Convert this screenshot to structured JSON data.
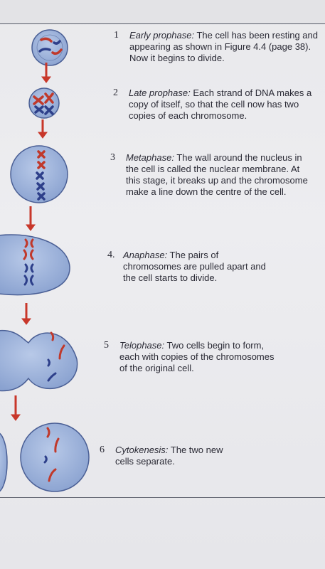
{
  "stages": [
    {
      "number": "1",
      "name": "Early prophase:",
      "description": " The cell has been resting and appearing as shown in Figure 4.4 (page 38). Now it begins to divide."
    },
    {
      "number": "2",
      "name": "Late prophase:",
      "description": " Each strand of DNA makes a copy of itself, so that the cell now has two copies of each chromosome."
    },
    {
      "number": "3",
      "name": "Metaphase:",
      "description": " The wall around the nucleus in the cell is called the nuclear membrane. At this stage, it breaks up and the chromosome make a line down the centre of the cell."
    },
    {
      "number": "4.",
      "name": "Anaphase:",
      "description": " The pairs of chromosomes are pulled apart and the cell starts to divide."
    },
    {
      "number": "5",
      "name": "Telophase:",
      "description": " Two cells begin to form, each with copies of the chromosomes of the original cell."
    },
    {
      "number": "6",
      "name": "Cytokenesis:",
      "description": " The two new cells separate."
    }
  ],
  "colors": {
    "cell_fill": "#9fb5dc",
    "cell_stroke": "#4a5f95",
    "chromosome_red": "#c0392b",
    "chromosome_blue": "#2d3f8a",
    "arrow": "#c8372a"
  }
}
